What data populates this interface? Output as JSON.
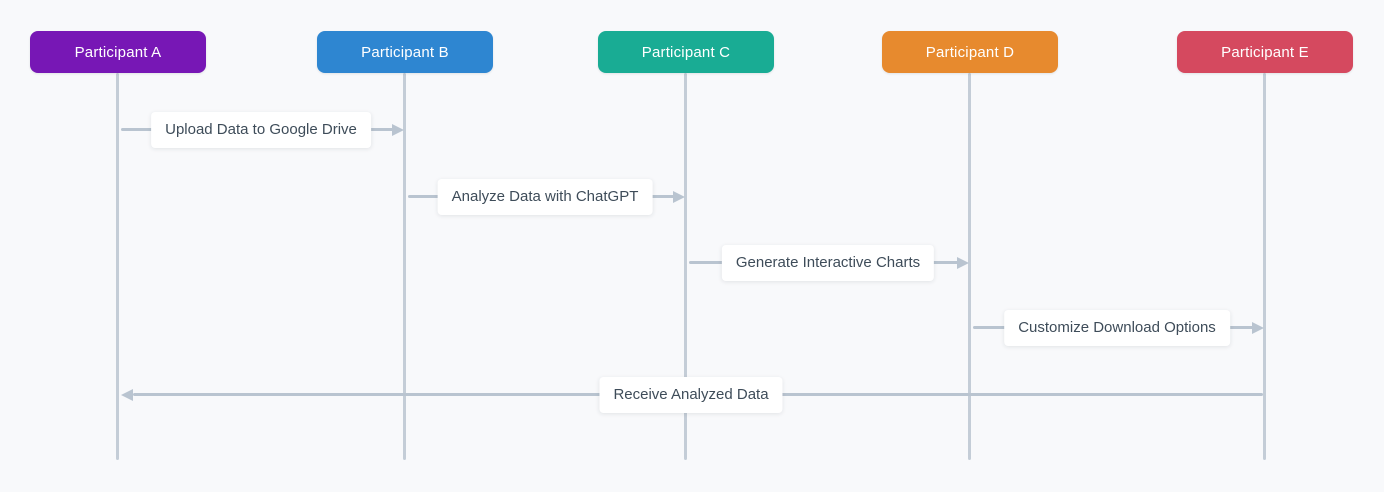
{
  "diagram": {
    "type": "sequence-diagram",
    "background_color": "#F8F9FB",
    "lifeline_color": "#C4CDD7",
    "arrow_color": "#B9C4D0",
    "participants": [
      {
        "label": "Participant A",
        "color": "#7717B5"
      },
      {
        "label": "Participant B",
        "color": "#2E86D1"
      },
      {
        "label": "Participant C",
        "color": "#19AC94"
      },
      {
        "label": "Participant D",
        "color": "#E78A2E"
      },
      {
        "label": "Participant E",
        "color": "#D5495F"
      }
    ],
    "messages": [
      {
        "label": "Upload Data to Google Drive",
        "from": "Participant A",
        "to": "Participant B",
        "direction": "right"
      },
      {
        "label": "Analyze Data with ChatGPT",
        "from": "Participant B",
        "to": "Participant C",
        "direction": "right"
      },
      {
        "label": "Generate Interactive Charts",
        "from": "Participant C",
        "to": "Participant D",
        "direction": "right"
      },
      {
        "label": "Customize Download Options",
        "from": "Participant D",
        "to": "Participant E",
        "direction": "right"
      },
      {
        "label": "Receive Analyzed Data",
        "from": "Participant E",
        "to": "Participant A",
        "direction": "left"
      }
    ]
  }
}
